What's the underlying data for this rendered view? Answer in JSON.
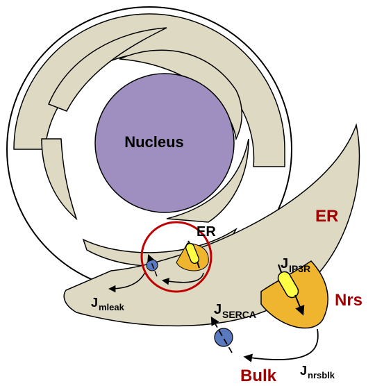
{
  "labels": {
    "nucleus": "Nucleus",
    "er_small": "ER",
    "er_large": "ER",
    "nrs": "Nrs",
    "bulk": "Bulk",
    "j_main": "J",
    "ip3r_sub": "IP3R",
    "serca_sub": "SERCA",
    "mleak_sub": "mleak",
    "nrsblk_sub": "nrsblk"
  },
  "colors": {
    "er_fill": "#ddd9c3",
    "nucleus_fill": "#9e8fc0",
    "nrs_fill": "#f0b52e",
    "serca_pump": "#5a79bf",
    "ip3r_channel": "#ffff44",
    "highlight_circle": "#c00000",
    "label_red": "#a00000",
    "outline": "#000000"
  }
}
